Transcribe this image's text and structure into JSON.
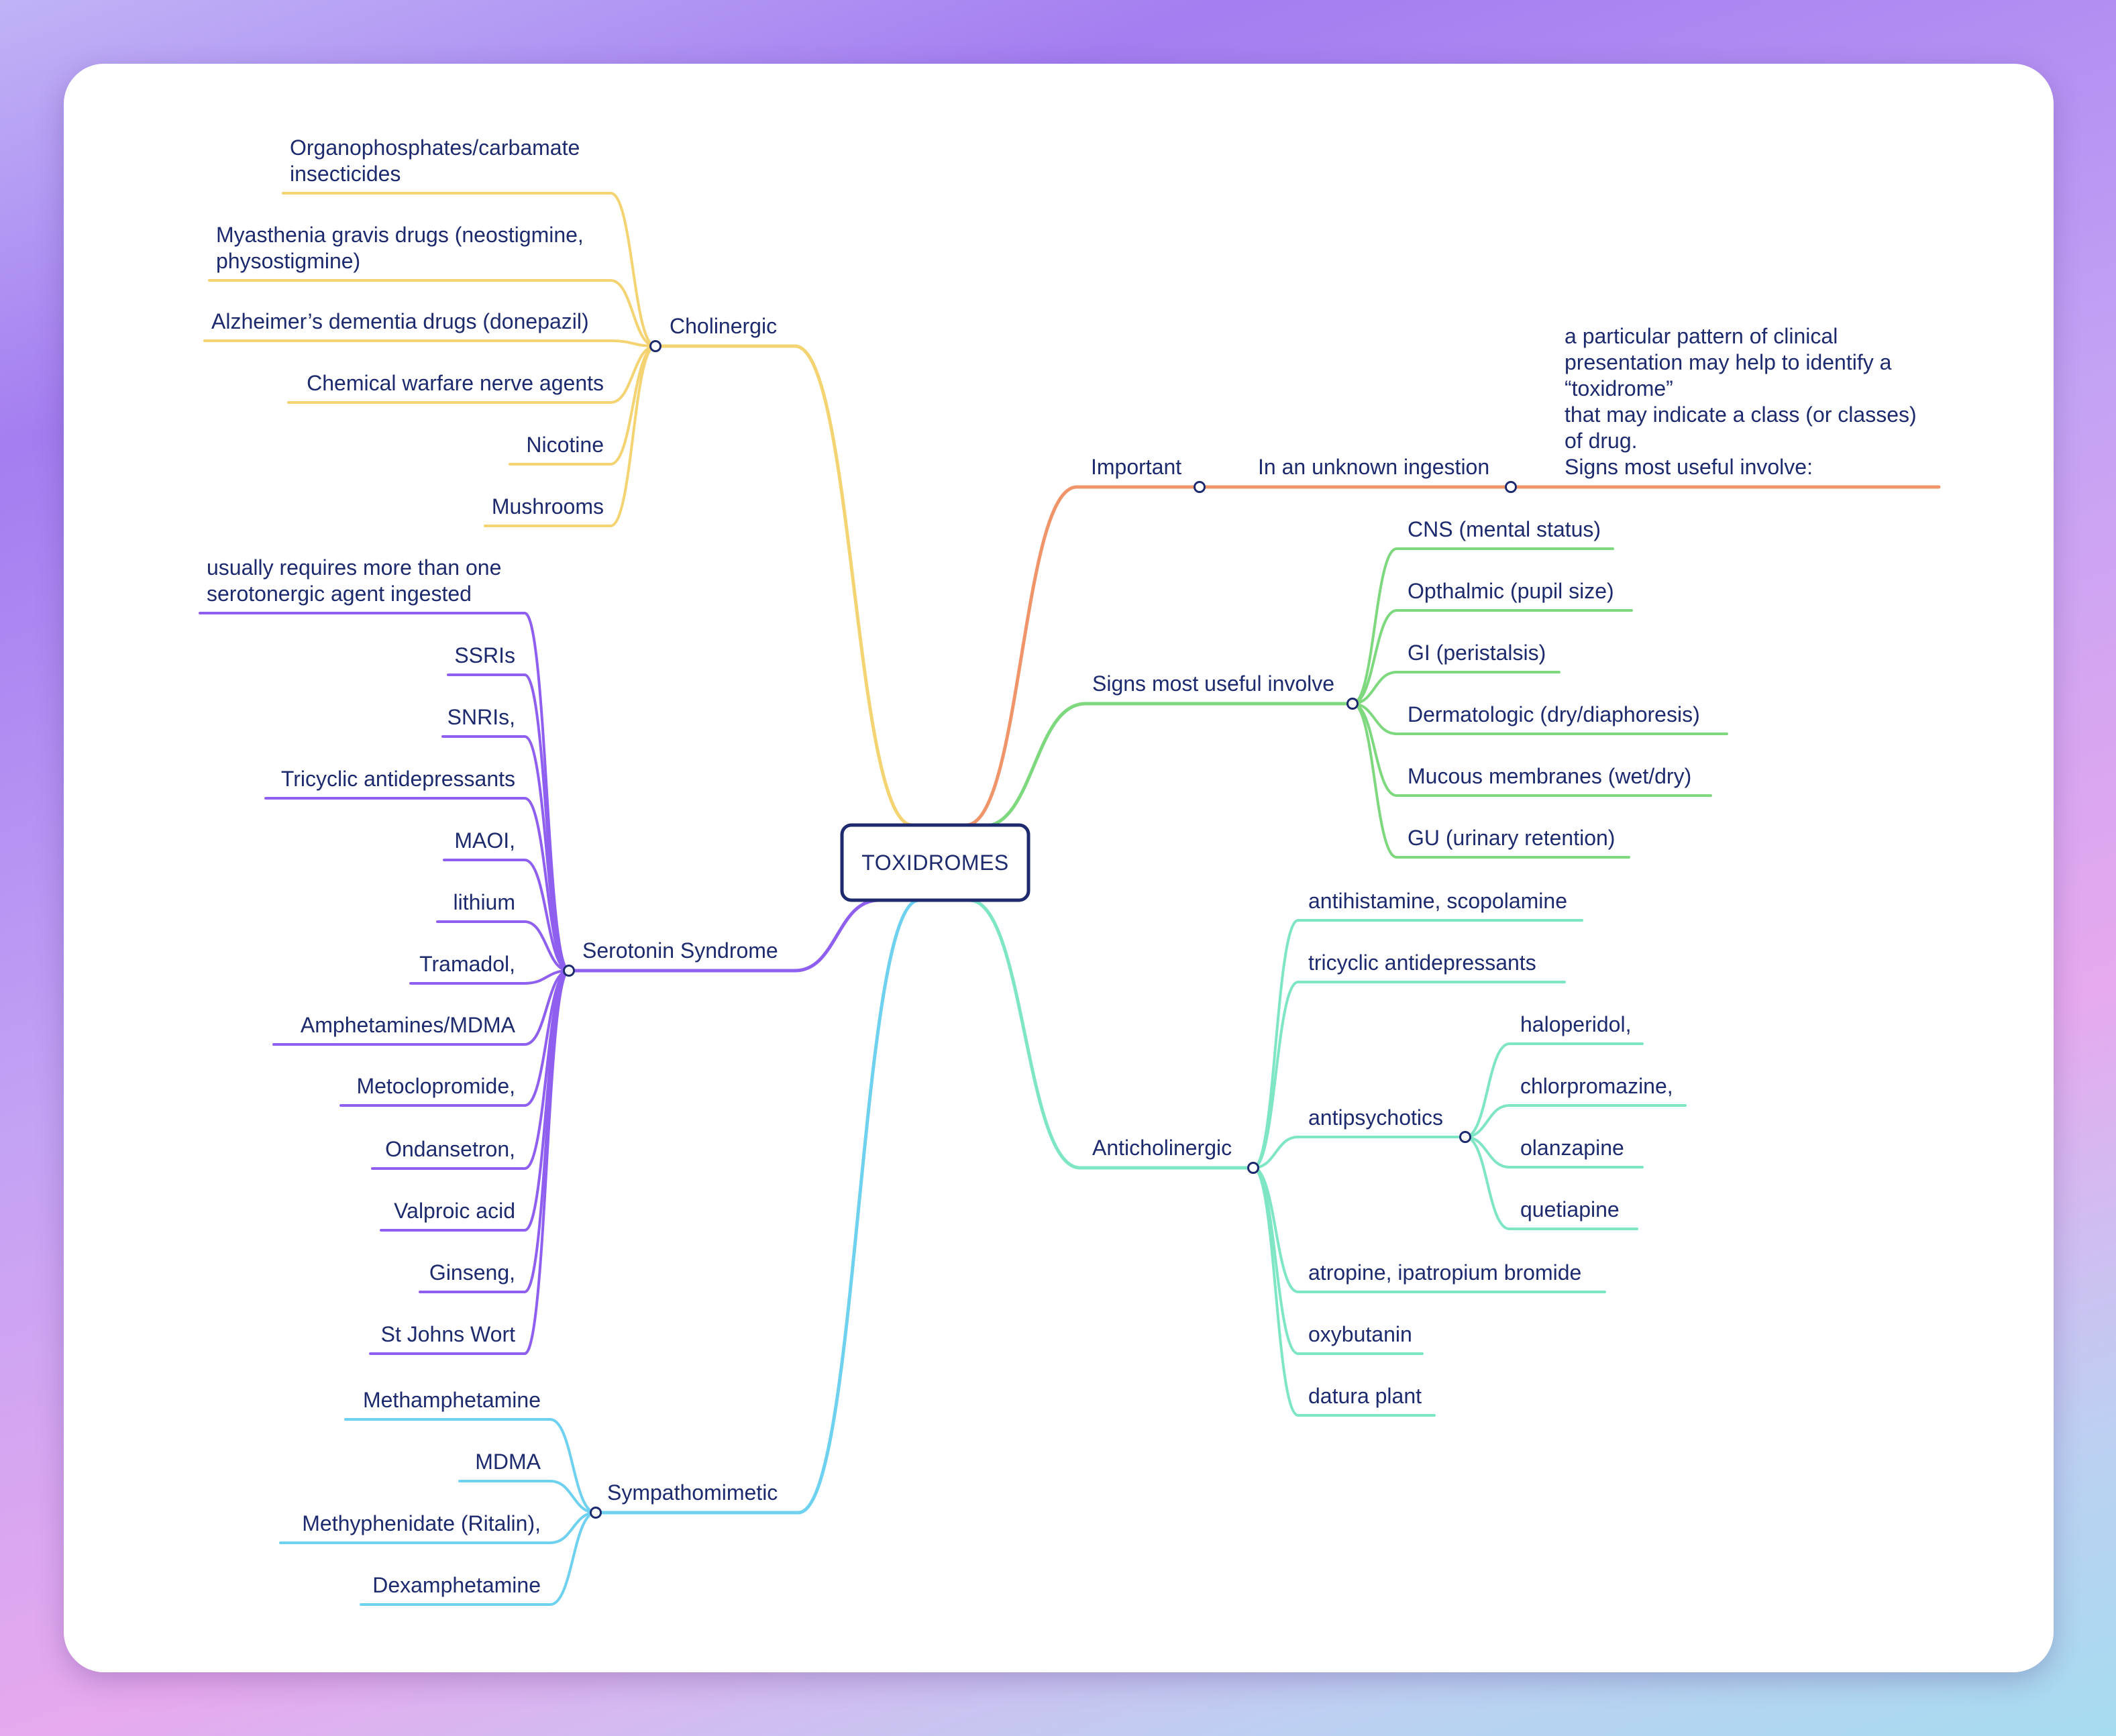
{
  "center": {
    "label": "TOXIDROMES"
  },
  "colors": {
    "text": "#1e2a6e",
    "center_border": "#1e2a6e",
    "cholinergic": "#f4d472",
    "important": "#f0946a",
    "signs": "#7ed87e",
    "anticholinergic": "#7ee6c4",
    "serotonin": "#8f5ff0",
    "sympathomimetic": "#6fd1f0"
  },
  "branches": {
    "cholinergic": {
      "label": "Cholinergic",
      "children": [
        "Organophosphates/carbamate\ninsecticides",
        "Myasthenia gravis drugs (neostigmine,\nphysostigmine)",
        "Alzheimer’s dementia drugs (donepazil)",
        "Chemical warfare nerve agents",
        "Nicotine",
        "Mushrooms"
      ]
    },
    "important": {
      "label": "Important",
      "sub_label": "In an unknown ingestion",
      "note": "a particular pattern of clinical\npresentation may help to identify a\n“toxidrome”\nthat may indicate a class (or classes)\nof drug.\nSigns most useful involve:"
    },
    "signs": {
      "label": "Signs most useful involve",
      "children": [
        "CNS (mental status)",
        "Opthalmic (pupil size)",
        "GI (peristalsis)",
        "Dermatologic (dry/diaphoresis)",
        "Mucous membranes (wet/dry)",
        "GU (urinary retention)"
      ]
    },
    "anticholinergic": {
      "label": "Anticholinergic",
      "children": [
        "antihistamine, scopolamine",
        "tricyclic antidepressants",
        "antipsychotics",
        "atropine, ipatropium bromide",
        "oxybutanin",
        "datura plant"
      ],
      "antipsychotics": [
        "haloperidol,",
        "chlorpromazine,",
        "olanzapine",
        "quetiapine"
      ]
    },
    "serotonin": {
      "label": "Serotonin Syndrome",
      "children": [
        "usually requires more than one\nserotonergic agent ingested",
        "SSRIs",
        "SNRIs,",
        "Tricyclic antidepressants",
        "MAOI,",
        "lithium",
        "Tramadol,",
        "Amphetamines/MDMA",
        "Metoclopromide,",
        "Ondansetron,",
        "Valproic acid",
        "Ginseng,",
        "St Johns Wort"
      ]
    },
    "sympathomimetic": {
      "label": "Sympathomimetic",
      "children": [
        "Methamphetamine",
        "MDMA",
        "Methyphenidate (Ritalin),",
        "Dexamphetamine"
      ]
    }
  }
}
